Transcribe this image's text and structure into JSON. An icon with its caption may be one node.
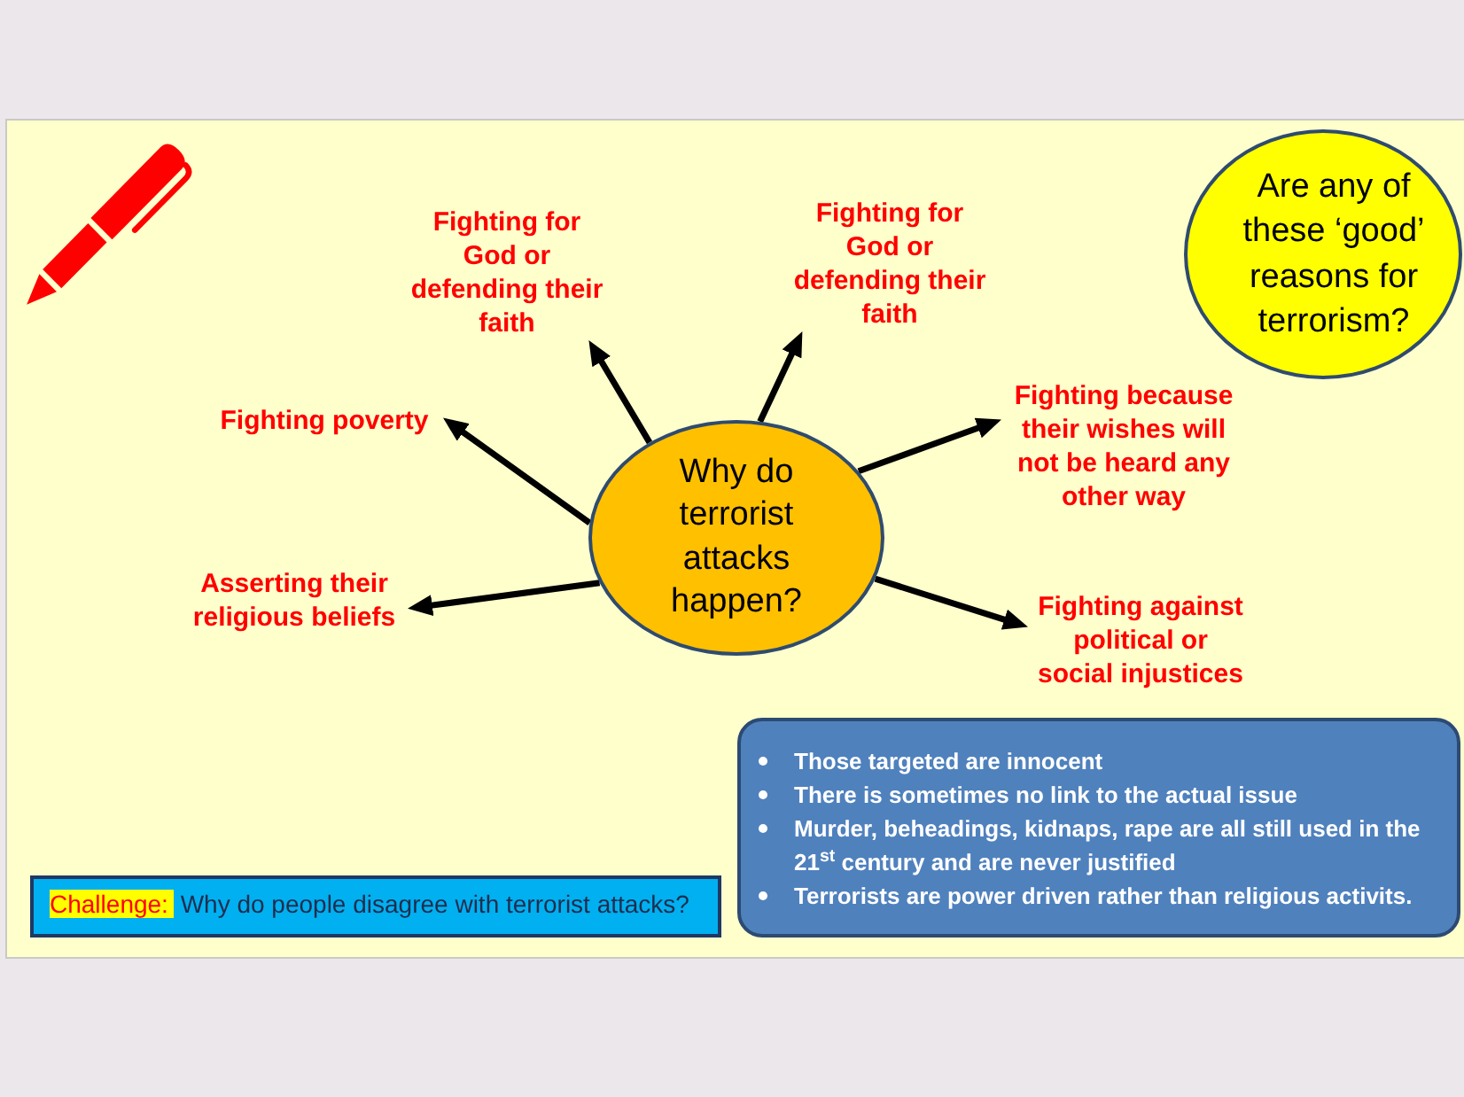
{
  "diagram": {
    "nodes": [
      {
        "text": [
          "Why do terrorist attacks happen?"
        ]
      },
      {
        "text": [
          "Fighting for God or defending their faith"
        ]
      },
      {
        "text": [
          "Fighting for God or defending their faith"
        ]
      },
      {
        "text": [
          "Are any of these ‘good’ reasons for terrorism?"
        ]
      },
      {
        "text": [
          "Fighting poverty"
        ]
      },
      {
        "text": [
          "Fighting because their wishes will not be heard any other way"
        ]
      },
      {
        "text": [
          "Asserting their religious beliefs"
        ]
      },
      {
        "text": [
          "Fighting against political or social injustices"
        ]
      },
      {
        "text": [
          "Those targeted are innocent",
          "There is sometimes no link to the actual issue",
          "Murder, beheadings, kidnaps, rape are all still used in the 21$^{st}$ century and are never justified",
          "Terrorists are power driven rather than religious activits."
        ]
      },
      {
        "text": [
          "Challenge:",
          "Why do people disagree with terrorist attacks?"
        ]
      }
    ],
    "edges": [
      {
        "from": 0,
        "to": 1,
        "arrow": "to"
      },
      {
        "from": 0,
        "to": 2,
        "arrow": "to"
      },
      {
        "from": 0,
        "to": 4,
        "arrow": "to"
      },
      {
        "from": 0,
        "to": 5,
        "arrow": "to"
      },
      {
        "from": 0,
        "to": 6,
        "arrow": "to"
      },
      {
        "from": 0,
        "to": 7,
        "arrow": "to"
      }
    ]
  }
}
